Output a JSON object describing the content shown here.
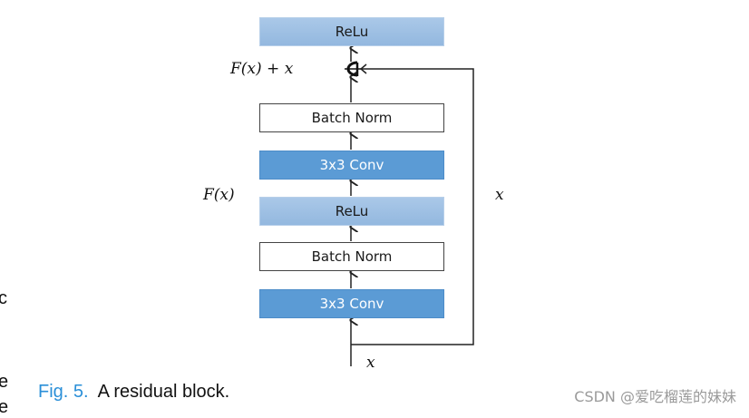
{
  "diagram": {
    "title": "Residual block",
    "blocks": [
      {
        "id": "relu-top",
        "label": "ReLu",
        "style": "relu"
      },
      {
        "id": "bn-2",
        "label": "Batch Norm",
        "style": "bn"
      },
      {
        "id": "conv-2",
        "label": "3x3 Conv",
        "style": "conv"
      },
      {
        "id": "relu-mid",
        "label": "ReLu",
        "style": "relu"
      },
      {
        "id": "bn-1",
        "label": "Batch Norm",
        "style": "bn"
      },
      {
        "id": "conv-1",
        "label": "3x3 Conv",
        "style": "conv"
      }
    ],
    "labels": {
      "sum": "F(x) + x",
      "residual": "F(x)",
      "skip": "x",
      "input": "x"
    },
    "colors": {
      "conv": "#5b9bd5",
      "relu": "#9ec0e4",
      "bn": "#ffffff",
      "edge": "#222222"
    }
  },
  "caption": {
    "figure_number": "Fig. 5.",
    "text": "A residual block."
  },
  "watermark": "CSDN @爱吃榴莲的妹妹",
  "side_fragments": [
    "c",
    "e",
    "e"
  ]
}
